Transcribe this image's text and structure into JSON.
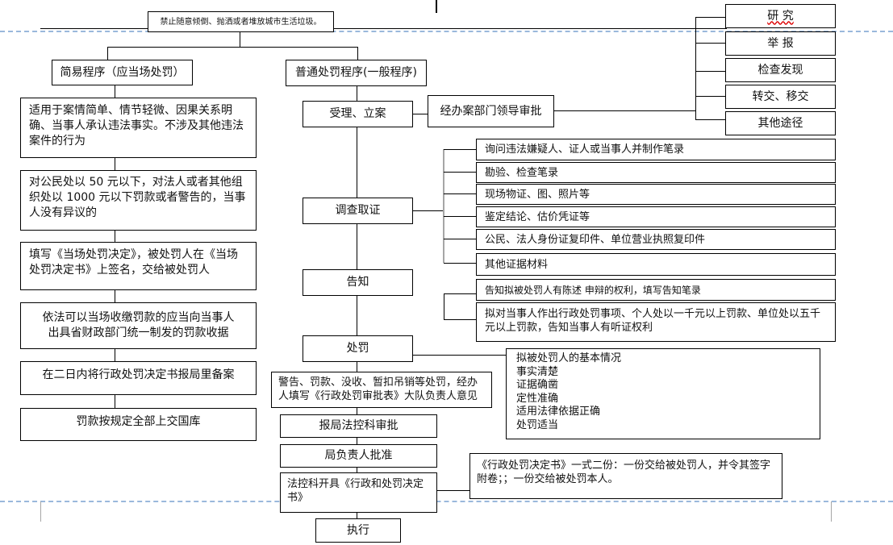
{
  "top": {
    "banner": "禁止随意倾倒、抛洒或者堆放城市生活垃圾。"
  },
  "simple": {
    "title": "简易程序（应当场处罚）",
    "steps": [
      "适用于案情简单、情节轻微、因果关系明确、当事人承认违法事实。不涉及其他违法案件的行为",
      "对公民处以 50 元以下，对法人或者其他组织处以 1000 元以下罚款或者警告的，当事人没有异议的",
      "填写《当场处罚决定》，被处罚人在《当场处罚决定书》上签名，交给被处罚人",
      "依法可以当场收缴罚款的应当向当事人\n出具省财政部门统一制发的罚款收据",
      "在二日内将行政处罚决定书报局里备案",
      "罚款按规定全部上交国库"
    ]
  },
  "general": {
    "title": "普通处罚程序(一般程序)",
    "accept": "受理、立案",
    "approval": "经办案部门领导审批",
    "sources": [
      "研 究",
      "举 报",
      "检查发现",
      "转交、移交",
      "其他途径"
    ],
    "investigate": "调查取证",
    "evidence": [
      "询问违法嫌疑人、证人或当事人并制作笔录",
      "勘验、检查笔录",
      "现场物证、图、照片等",
      "鉴定结论、估价凭证等",
      "公民、法人身份证复印件、单位营业执照复印件",
      "其他证据材料"
    ],
    "notify": "告知",
    "notify_items": [
      "告知拟被处罚人有陈述 申辩的权利，填写告知笔录",
      "拟对当事人作出行政处罚事项、个人处以一千元以上罚款、单位处以五千元以上罚款，告知当事人有听证权利"
    ],
    "punish": "处罚",
    "punish_criteria": [
      "拟被处罚人的基本情况",
      "事实清楚",
      "证据确凿",
      "定性准确",
      "适用法律依据正确",
      "处罚适当"
    ],
    "punish_types": "警告、罚款、没收、暂扣吊销等处罚，经办人填写《行政处罚审批表》大队负责人意见",
    "legal_review": "报局法控科审批",
    "chief_approval": "局负责人批准",
    "issue_decision": "法控科开具《行政和处罚决定书》",
    "decision_copies": "《行政处罚决定书》一式二份：一份交给被处罚人，并令其签字附卷；；一份交给被处罚本人。",
    "execute": "执行"
  }
}
